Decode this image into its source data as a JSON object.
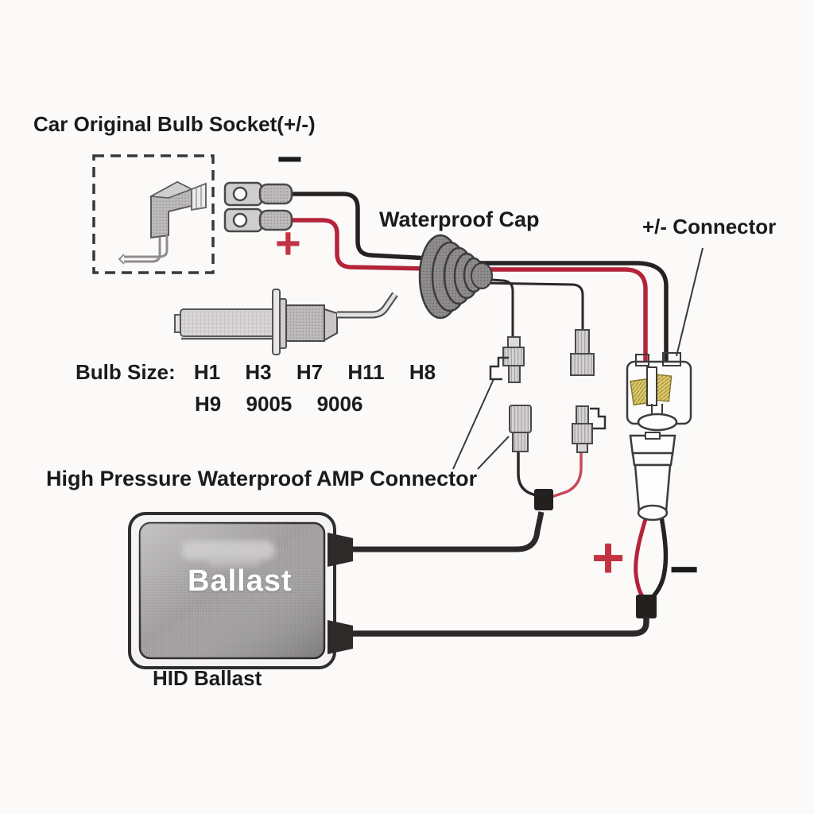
{
  "diagram": {
    "title": "Car Original Bulb Socket(+/-)",
    "labels": {
      "waterproof_cap": "Waterproof Cap",
      "plus_minus_connector": "+/- Connector",
      "amp_connector": "High Pressure Waterproof AMP Connector",
      "hid_ballast": "HID Ballast"
    },
    "ballast": {
      "box_text": "Ballast"
    },
    "bulb": {
      "size_prefix": "Bulb Size:",
      "sizes_line1": [
        "H1",
        "H3",
        "H7",
        "H11",
        "H8"
      ],
      "sizes_line2": [
        "H9",
        "9005",
        "9006"
      ],
      "supported_sizes": [
        "H1",
        "H3",
        "H7",
        "H11",
        "H8",
        "H9",
        "9005",
        "9006"
      ]
    },
    "polarity": {
      "socket_minus": "−",
      "socket_plus": "+",
      "ballast_plus": "+",
      "ballast_minus": "−"
    },
    "colors": {
      "wire_red": "#b5233b",
      "wire_black": "#262222",
      "terminal_yellow": "#decb73",
      "part_gray": "#bdbaba",
      "label_text": "#1b1b1b",
      "ballast_text": "#ffffff"
    }
  }
}
